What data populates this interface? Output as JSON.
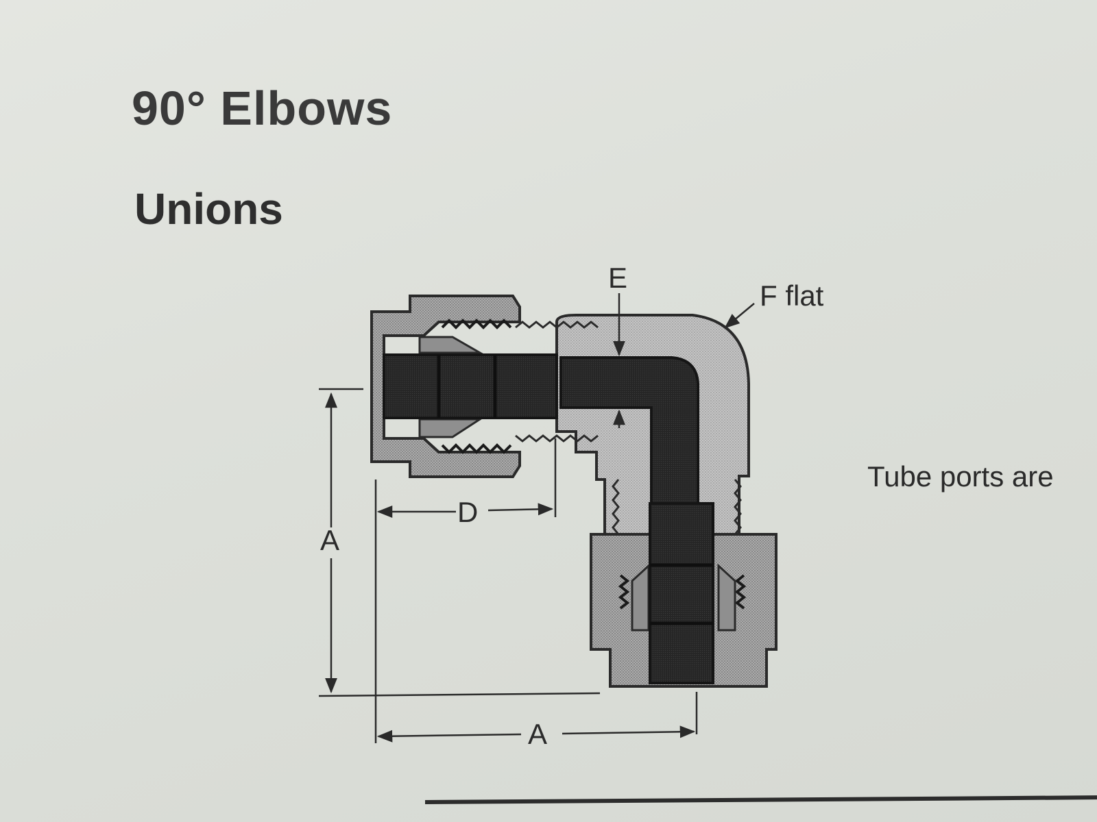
{
  "heading": {
    "title": "90° Elbows",
    "subtitle": "Unions"
  },
  "diagram": {
    "labels": {
      "e": "E",
      "f_flat": "F flat",
      "d": "D",
      "a_vertical": "A",
      "a_horizontal": "A"
    }
  },
  "side_note": "Tube ports are",
  "colors": {
    "paper": "#dfe2dc",
    "body_fill": "#bdbdbd",
    "nut_fill": "#a9a9a9",
    "tube_fill": "#1e1e1e",
    "ink": "#2a2a2a"
  }
}
